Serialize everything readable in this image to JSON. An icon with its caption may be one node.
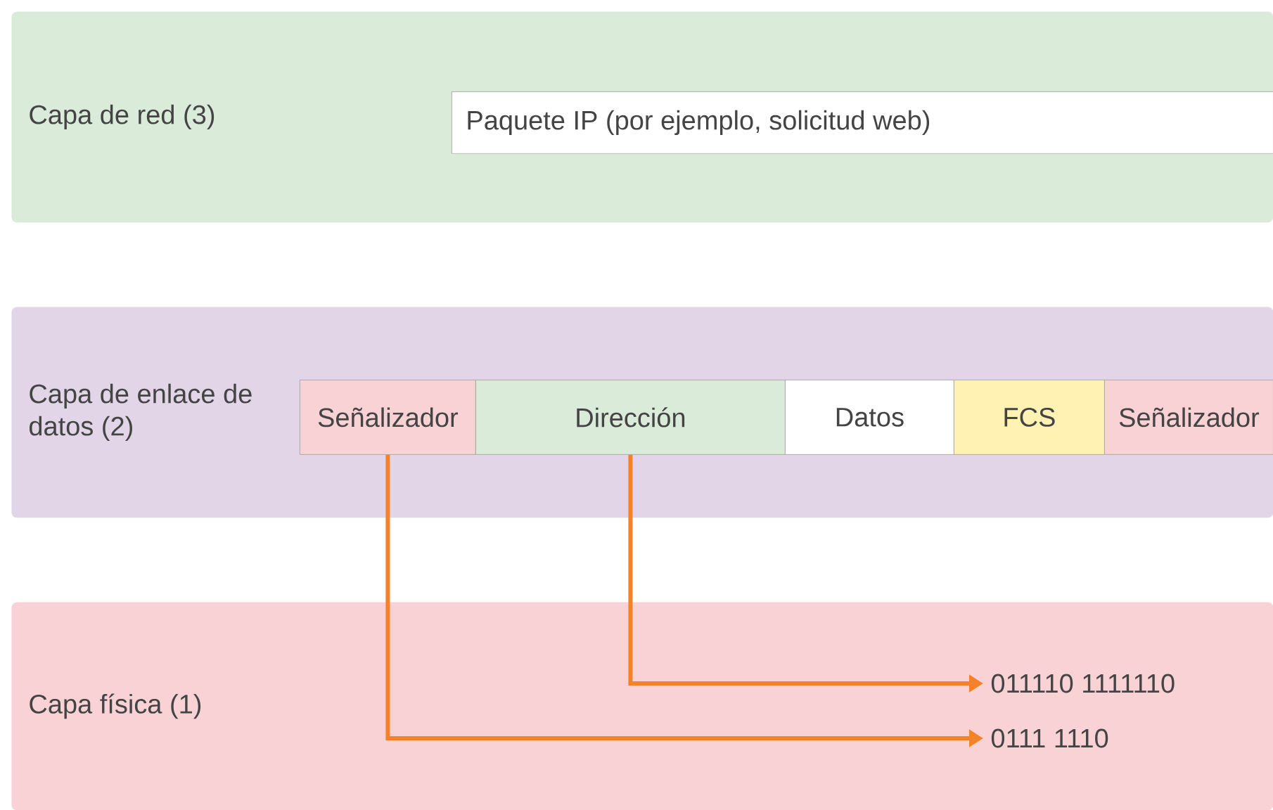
{
  "diagram": {
    "nodes": [
      {
        "text": [
          "Capa de red (3)"
        ]
      },
      {
        "text": [
          "Paquete IP (por ejemplo, solicitud web)"
        ],
        "in": 0
      },
      {
        "text": [
          "Capa de enlace de datos (2)"
        ]
      },
      {
        "text": [
          "Señalizador"
        ],
        "in": 2
      },
      {
        "text": [
          "Dirección"
        ],
        "in": 2
      },
      {
        "text": [
          "Datos"
        ],
        "in": 2
      },
      {
        "text": [
          "FCS"
        ],
        "in": 2
      },
      {
        "text": [
          "Señalizador"
        ],
        "in": 2
      },
      {
        "text": [
          "Capa física (1)"
        ]
      },
      {
        "text": [
          "011110 1111110"
        ],
        "in": 8
      },
      {
        "text": [
          "0111 1110"
        ],
        "in": 8
      }
    ],
    "edges": [
      {
        "from": 4,
        "to": 9,
        "arrow": "to"
      },
      {
        "from": 3,
        "to": 10,
        "arrow": "to"
      }
    ]
  }
}
